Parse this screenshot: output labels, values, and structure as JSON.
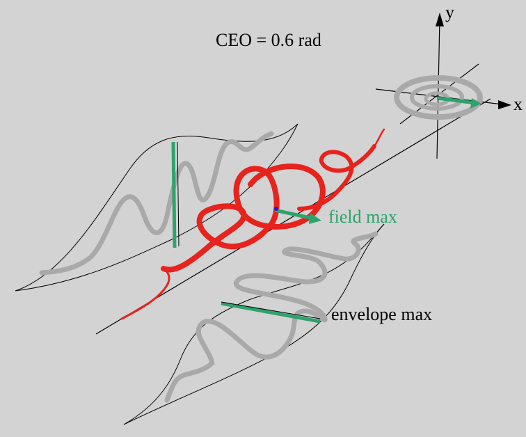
{
  "title": "CEO = 0.6 rad",
  "axes": {
    "x_label": "x",
    "y_label": "y"
  },
  "annotations": {
    "field_max": "field max",
    "envelope_max": "envelope max"
  },
  "colors": {
    "background": "#d3d3d3",
    "field": "#e8221c",
    "projection": "#a9a9a9",
    "marker": "#2ea36b",
    "field_max_text": "#2ea36b",
    "text": "#000000"
  }
}
